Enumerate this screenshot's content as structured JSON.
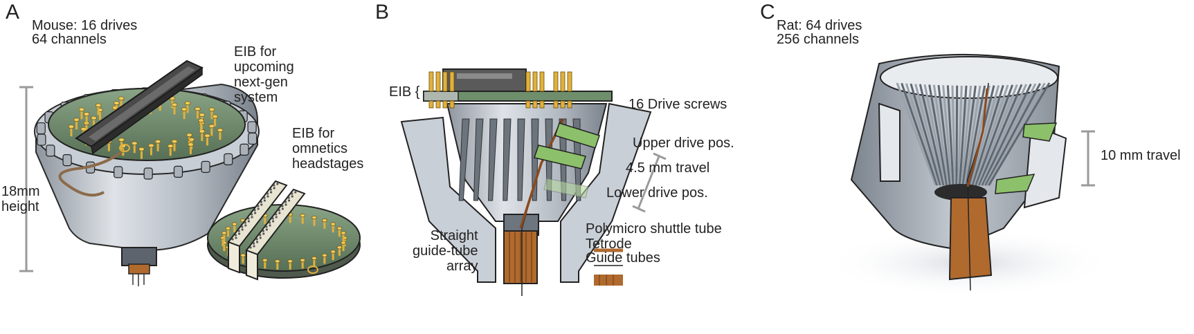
{
  "panels": {
    "a": {
      "letter": "A",
      "title_line1": "Mouse: 16 drives",
      "title_line2": "64 channels",
      "eib_nextgen": "EIB for\nupcoming\nnext-gen\nsystem",
      "eib_omnetics": "EIB for\nomnetics\nheadstages",
      "height": "18mm\nheight"
    },
    "b": {
      "letter": "B",
      "eib": "EIB {",
      "drive_screws": "16 Drive screws",
      "upper_drive": "Upper drive pos.",
      "travel": "4.5 mm travel",
      "lower_drive": "Lower drive pos.",
      "guide_array": "Straight\nguide-tube\narray",
      "legend": {
        "polymicro": "Polymicro shuttle tube",
        "tetrode": "Tetrode",
        "guide_tubes": "Guide tubes"
      }
    },
    "c": {
      "letter": "C",
      "title_line1": "Rat: 64 drives",
      "title_line2": "256 channels",
      "travel": "10 mm travel"
    }
  },
  "colors": {
    "body_grey": "#b9c0c8",
    "dark_grey": "#7d858f",
    "board_green": "#6f8e6c",
    "pin_gold": "#e0b13c",
    "connector_dark": "#3d3d3d",
    "tube_brown": "#b06a2e",
    "highlight_green": "#8cc06a"
  }
}
